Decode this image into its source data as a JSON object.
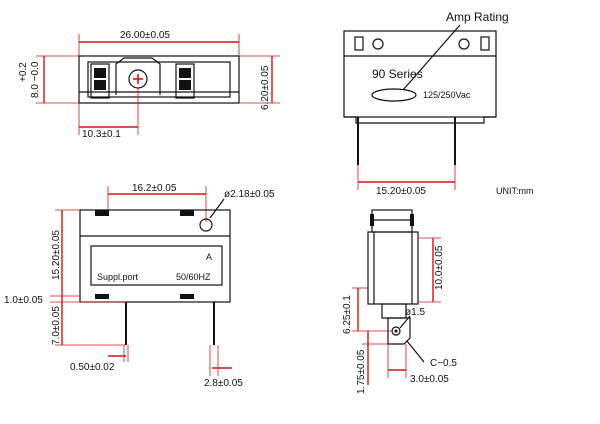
{
  "colors": {
    "dimension": "#d01515",
    "line": "#111111"
  },
  "top_view": {
    "width_dim": "26.00±0.05",
    "height_tol_plus": "+0.2",
    "height_tol_minus": "8.0 −0.0",
    "right_dim": "6.20±0.05",
    "bottom_dim": "10.3±0.1"
  },
  "side_view": {
    "amp_rating": "Amp Rating",
    "series": "90 Series",
    "voltage": "125/250Vac",
    "width_dim": "15.20±0.05",
    "unit": "UNIT:mm"
  },
  "front_view": {
    "top_dim": "16.2±0.05",
    "hole_dim": "ø2.18±0.05",
    "height_dim": "15.20±0.05",
    "label_a": "A",
    "label_supplier": "Suppl.port",
    "label_freq": "50/60HZ",
    "left_dim_1": "1.0±0.05",
    "left_dim_2": "7.0±0.05",
    "bottom_left_dim": "0.50±0.02",
    "bottom_right_dim": "2.8±0.05"
  },
  "end_view": {
    "right_dim": "10.0±0.05",
    "left_dim_1": "6.25±0.1",
    "hole_dim": "ø1.5",
    "chamfer": "C−0.5",
    "left_dim_2": "1.75±0.05",
    "bottom_dim": "3.0±0.05"
  }
}
